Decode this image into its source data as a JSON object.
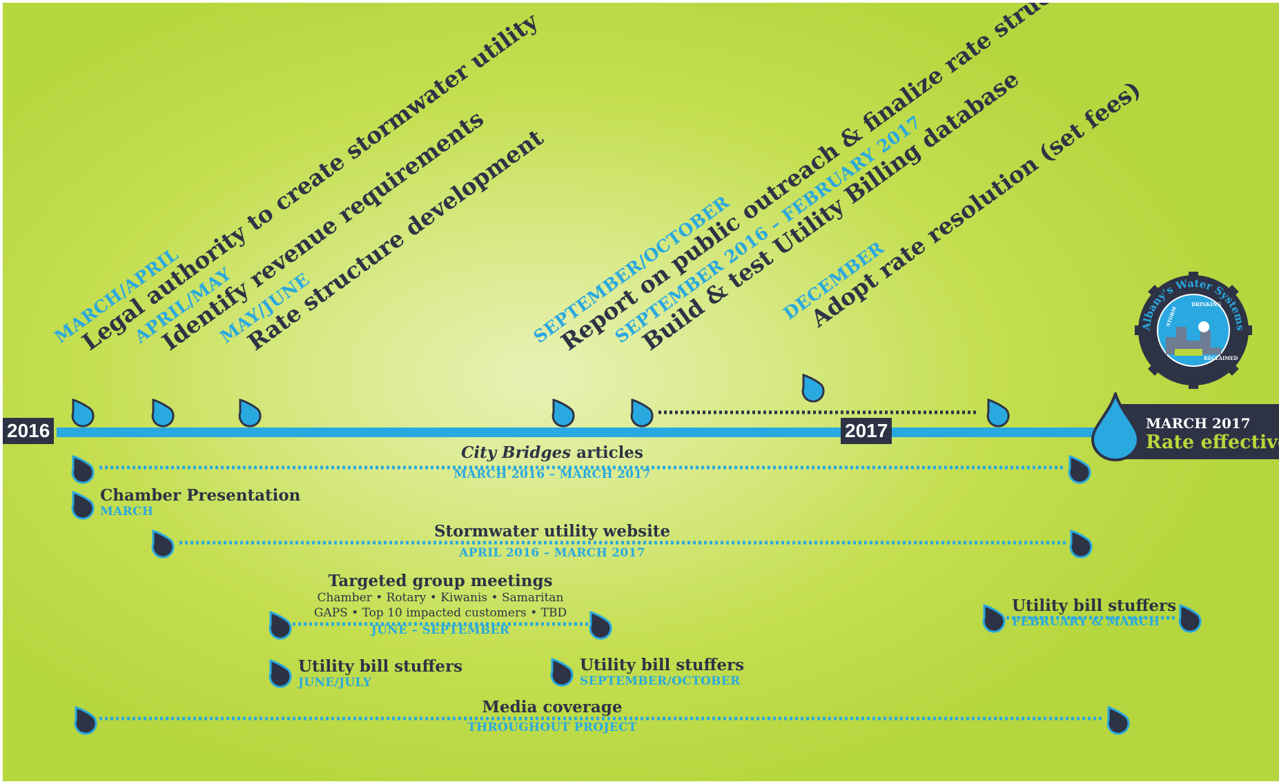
{
  "colors": {
    "navy": "#2d3345",
    "blue": "#2aa8e0",
    "lime": "#bcd53b"
  },
  "years": {
    "start": "2016",
    "mid": "2017"
  },
  "milestones": [
    {
      "date": "MARCH/APRIL",
      "task": "Legal authority to create stormwater utility"
    },
    {
      "date": "APRIL/MAY",
      "task": "Identify revenue requirements"
    },
    {
      "date": "MAY/JUNE",
      "task": "Rate structure development"
    },
    {
      "date": "SEPTEMBER/OCTOBER",
      "task": "Report on public outreach & finalize rate structure"
    },
    {
      "date": "SEPTEMBER 2016 – FEBRUARY 2017",
      "task": "Build & test Utility Billing database"
    },
    {
      "date": "DECEMBER",
      "task": "Adopt rate resolution (set fees)"
    }
  ],
  "final": {
    "date": "MARCH 2017",
    "title": "Rate effective"
  },
  "logo": {
    "ring": "Albany's Water Systems",
    "labels": [
      "STORM",
      "DRINKING",
      "RECLAIMED"
    ]
  },
  "outreach": {
    "city_bridges": {
      "title_italic": "City Bridges",
      "title_rest": " articles",
      "date": "MARCH 2016 – MARCH 2017"
    },
    "chamber": {
      "title": "Chamber Presentation",
      "date": "MARCH"
    },
    "website": {
      "title": "Stormwater utility website",
      "date": "APRIL 2016 – MARCH 2017"
    },
    "groups": {
      "title": "Targeted group meetings",
      "line1": "Chamber • Rotary • Kiwanis • Samaritan",
      "line2": "GAPS • Top 10 impacted customers • TBD",
      "date": "JUNE – SEPTEMBER"
    },
    "stuffers_1": {
      "title": "Utility bill stuffers",
      "date": "JUNE/JULY"
    },
    "stuffers_2": {
      "title": "Utility bill stuffers",
      "date": "SEPTEMBER/OCTOBER"
    },
    "stuffers_3": {
      "title": "Utility bill stuffers",
      "date": "FEBRUARY & MARCH"
    },
    "media": {
      "title": "Media coverage",
      "date": "THROUGHOUT PROJECT"
    }
  }
}
